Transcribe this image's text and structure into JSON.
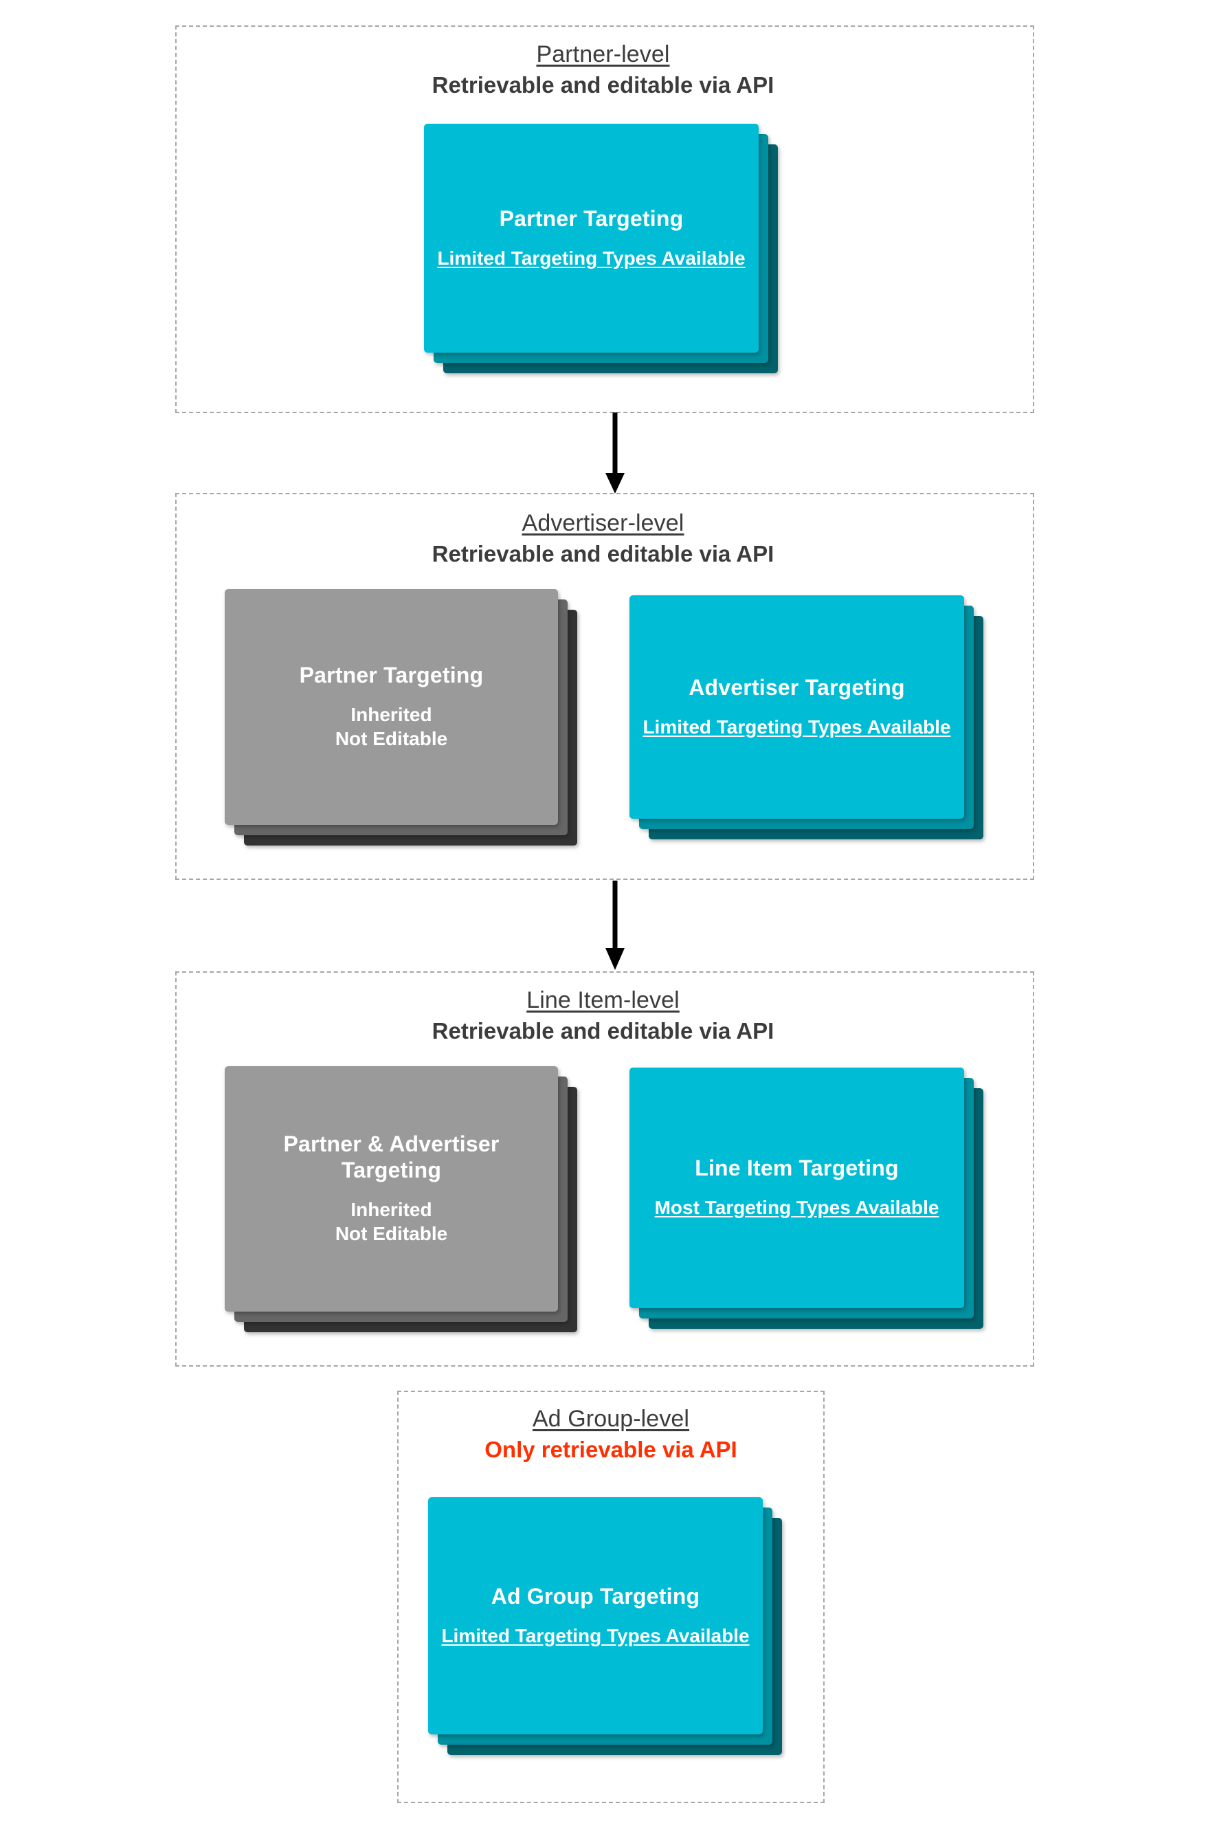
{
  "colors": {
    "card_front": "#00bcd4",
    "card_mid": "#0090a0",
    "card_back": "#03616b",
    "gray_front": "#9a9a9a",
    "gray_mid": "#666666",
    "gray_back": "#333333",
    "border_dashed": "#a6a6a6",
    "text_dark": "#3c3c3c",
    "alert_red": "#ff2f00",
    "arrow": "#000000"
  },
  "levels": [
    {
      "id": "partner-level",
      "title": "Partner-level",
      "subtitle": "Retrievable and editable via API",
      "subtitle_alert": false,
      "cards": [
        {
          "id": "partner-targeting",
          "variant": "cyan",
          "title": "Partner Targeting",
          "note": "Limited Targeting Types Available",
          "note_underlined": true
        }
      ]
    },
    {
      "id": "advertiser-level",
      "title": "Advertiser-level",
      "subtitle": "Retrievable and editable via API",
      "subtitle_alert": false,
      "cards": [
        {
          "id": "inherited-partner-targeting",
          "variant": "gray",
          "title": "Partner Targeting",
          "note": "Inherited\nNot Editable",
          "note_underlined": false
        },
        {
          "id": "advertiser-targeting",
          "variant": "cyan",
          "title": "Advertiser Targeting",
          "note": "Limited Targeting Types Available",
          "note_underlined": true
        }
      ]
    },
    {
      "id": "line-item-level",
      "title": "Line Item-level",
      "subtitle": "Retrievable and editable via API",
      "subtitle_alert": false,
      "cards": [
        {
          "id": "inherited-partner-advertiser-targeting",
          "variant": "gray",
          "title": "Partner & Advertiser Targeting",
          "note": "Inherited\nNot Editable",
          "note_underlined": false
        },
        {
          "id": "line-item-targeting",
          "variant": "cyan",
          "title": "Line Item Targeting",
          "note": "Most Targeting Types Available",
          "note_underlined": true
        }
      ]
    },
    {
      "id": "ad-group-level",
      "title": "Ad Group-level",
      "subtitle": "Only retrievable via API",
      "subtitle_alert": true,
      "cards": [
        {
          "id": "ad-group-targeting",
          "variant": "cyan",
          "title": "Ad Group Targeting",
          "note": "Limited Targeting Types Available",
          "note_underlined": true
        }
      ]
    }
  ],
  "connectors": [
    {
      "id": "arrow-partner-to-advertiser",
      "from": "partner-level",
      "to": "advertiser-level"
    },
    {
      "id": "arrow-advertiser-to-line-item",
      "from": "advertiser-level",
      "to": "line-item-level"
    }
  ]
}
